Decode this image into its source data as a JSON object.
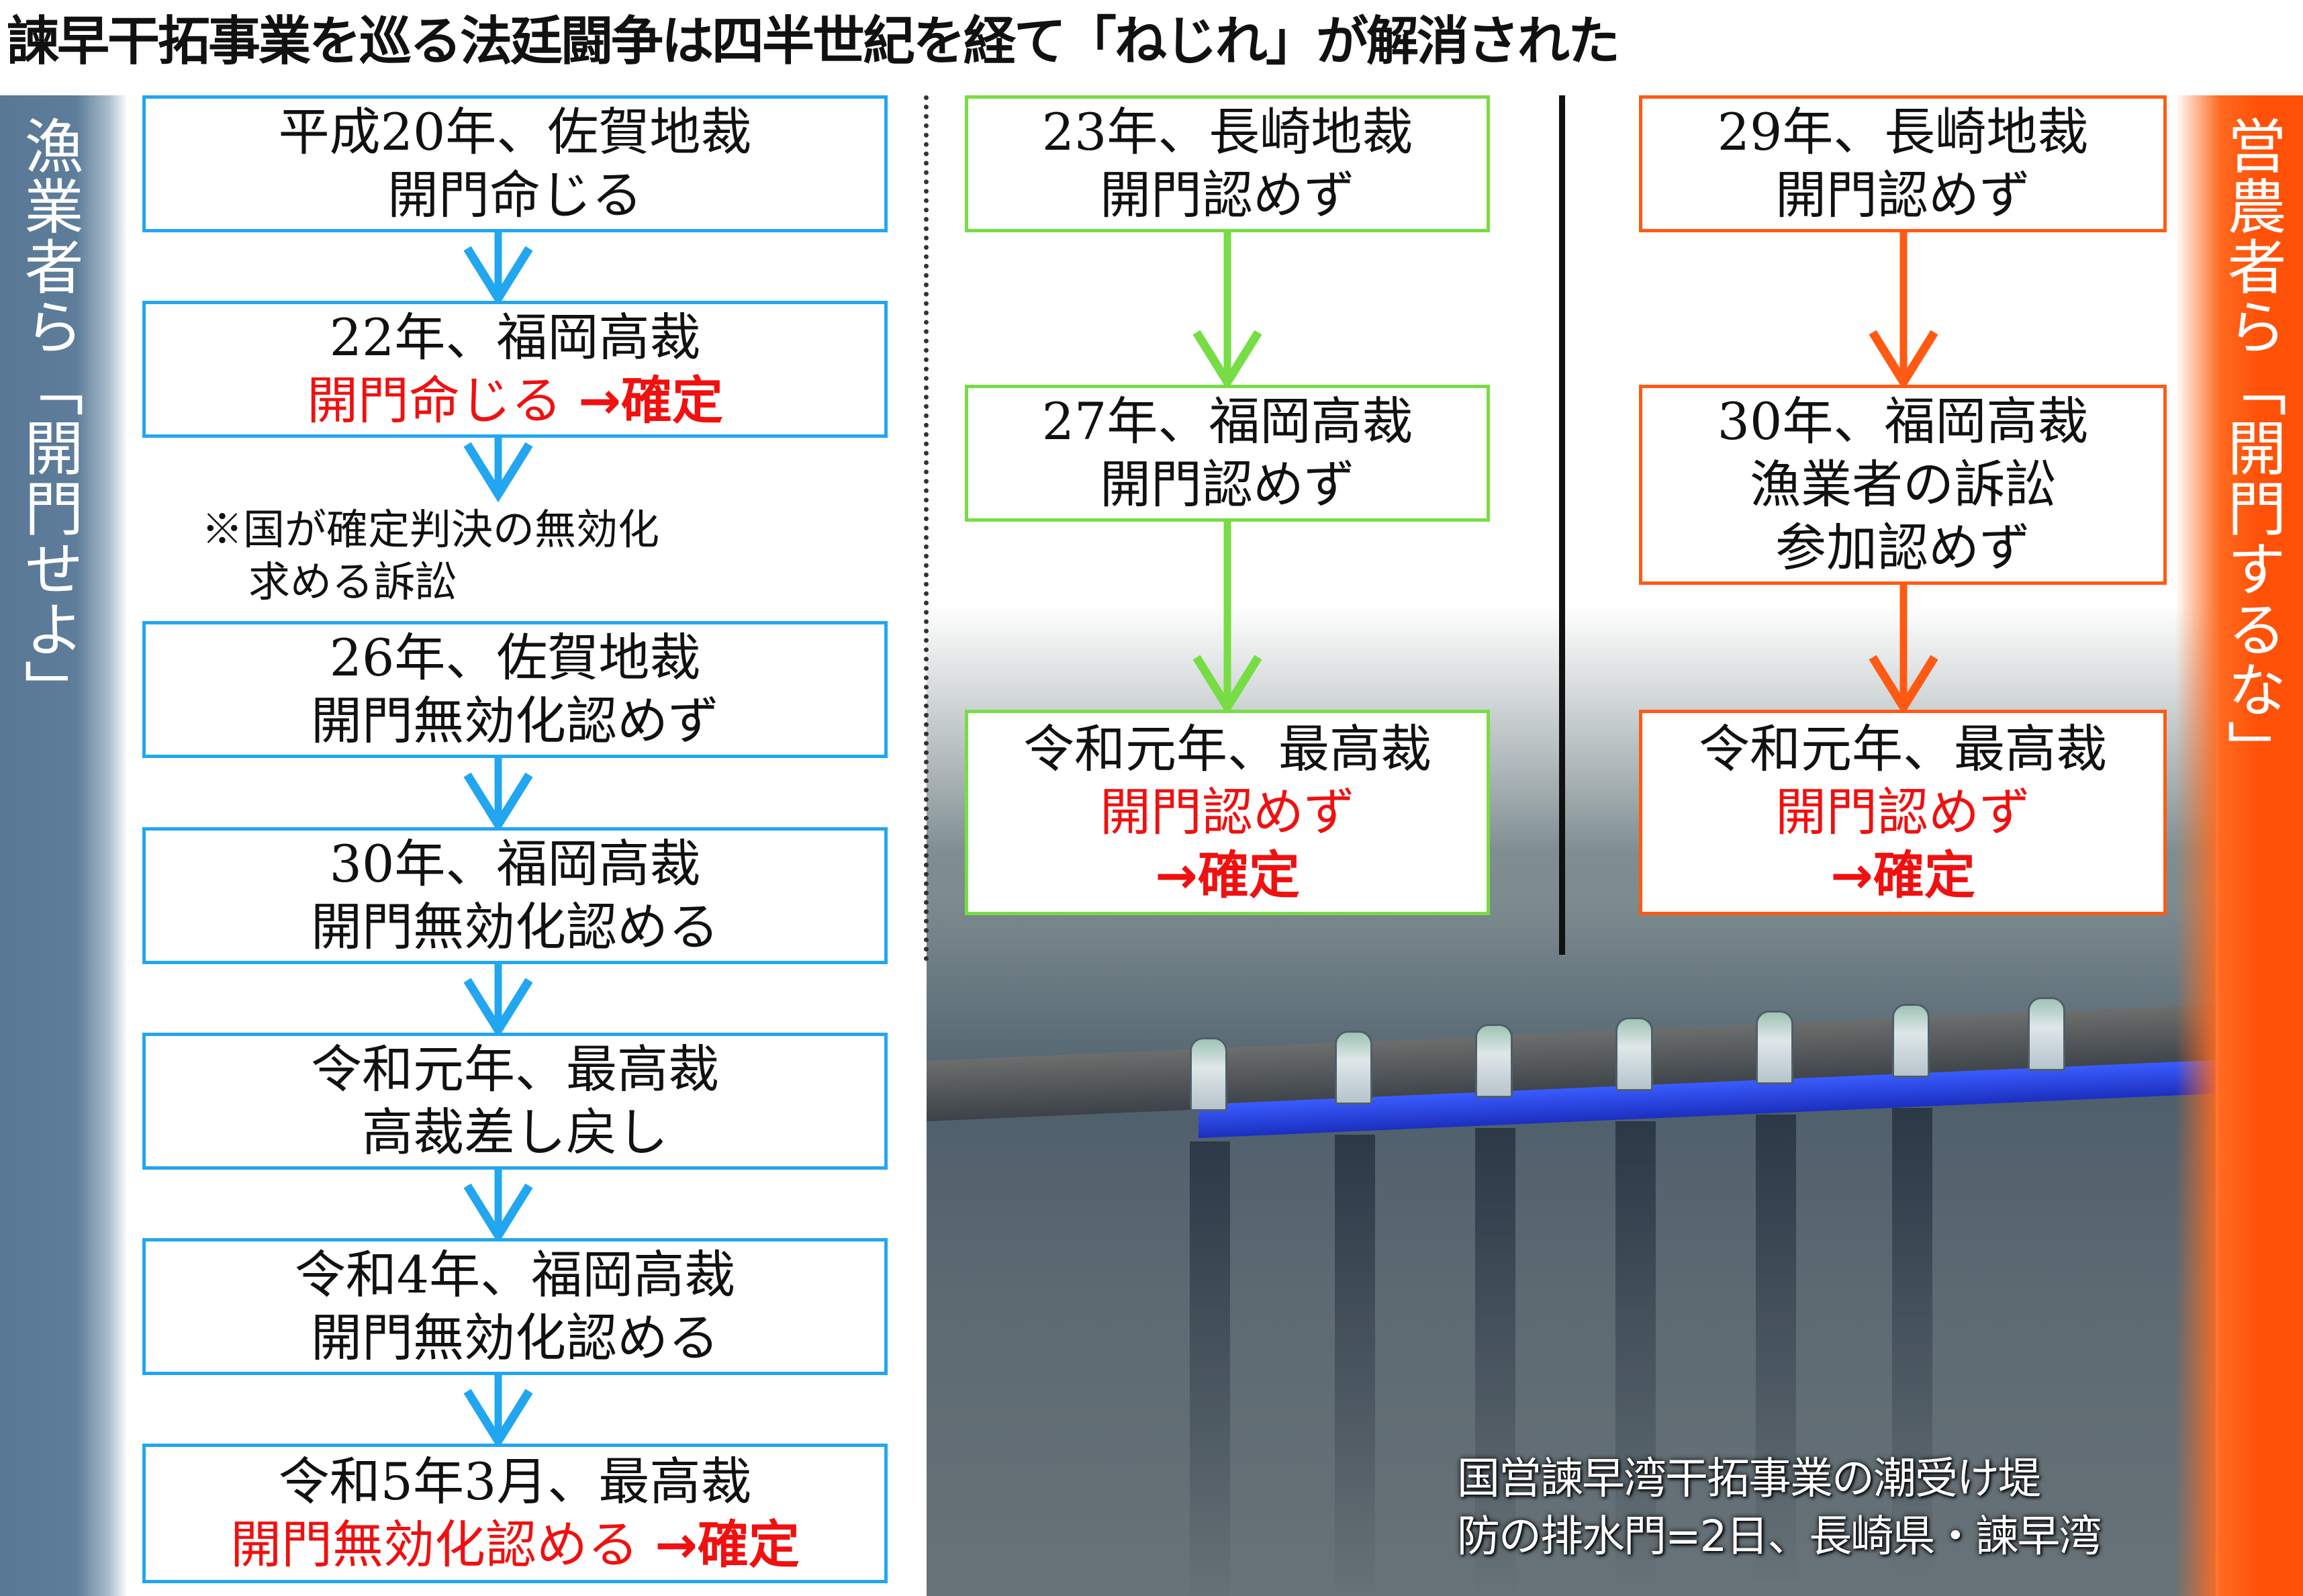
{
  "title": "諫早干拓事業を巡る法廷闘争は四半世紀を経て「ねじれ」が解消された",
  "left_side_label": "漁業者ら「開門せよ」",
  "right_side_label": "営農者ら「開門するな」",
  "colors": {
    "left": "#22a6f0",
    "middle": "#77dd44",
    "right": "#ff5a14",
    "highlight": "#f01010",
    "left_band": "#587896",
    "right_band": "#ff5208"
  },
  "left_column": [
    {
      "line1": "平成20年、佐賀地裁",
      "line2": "開門命じる"
    },
    {
      "line1": "22年、福岡高裁",
      "line2_red": "開門命じる",
      "confirm": "→確定"
    },
    {
      "line1": "26年、佐賀地裁",
      "line2": "開門無効化認めず"
    },
    {
      "line1": "30年、福岡高裁",
      "line2": "開門無効化認める"
    },
    {
      "line1": "令和元年、最高裁",
      "line2": "高裁差し戻し"
    },
    {
      "line1": "令和4年、福岡高裁",
      "line2": "開門無効化認める"
    },
    {
      "line1": "令和5年3月、最高裁",
      "line2_red": "開門無効化認める",
      "confirm": "→確定"
    }
  ],
  "note": {
    "line1": "※国が確定判決の無効化",
    "line2": "求める訴訟"
  },
  "middle_column": [
    {
      "line1": "23年、長崎地裁",
      "line2": "開門認めず"
    },
    {
      "line1": "27年、福岡高裁",
      "line2": "開門認めず"
    },
    {
      "line1": "令和元年、最高裁",
      "line2_red": "開門認めず",
      "confirm": "→確定"
    }
  ],
  "right_column": [
    {
      "line1": "29年、長崎地裁",
      "line2": "開門認めず"
    },
    {
      "line1": "30年、福岡高裁",
      "line2": "漁業者の訴訟",
      "line3": "参加認めず"
    },
    {
      "line1": "令和元年、最高裁",
      "line2_red": "開門認めず",
      "confirm": "→確定"
    }
  ],
  "caption": {
    "line1": "国営諫早湾干拓事業の潮受け堤",
    "line2": "防の排水門=2日、長崎県・諫早湾"
  }
}
